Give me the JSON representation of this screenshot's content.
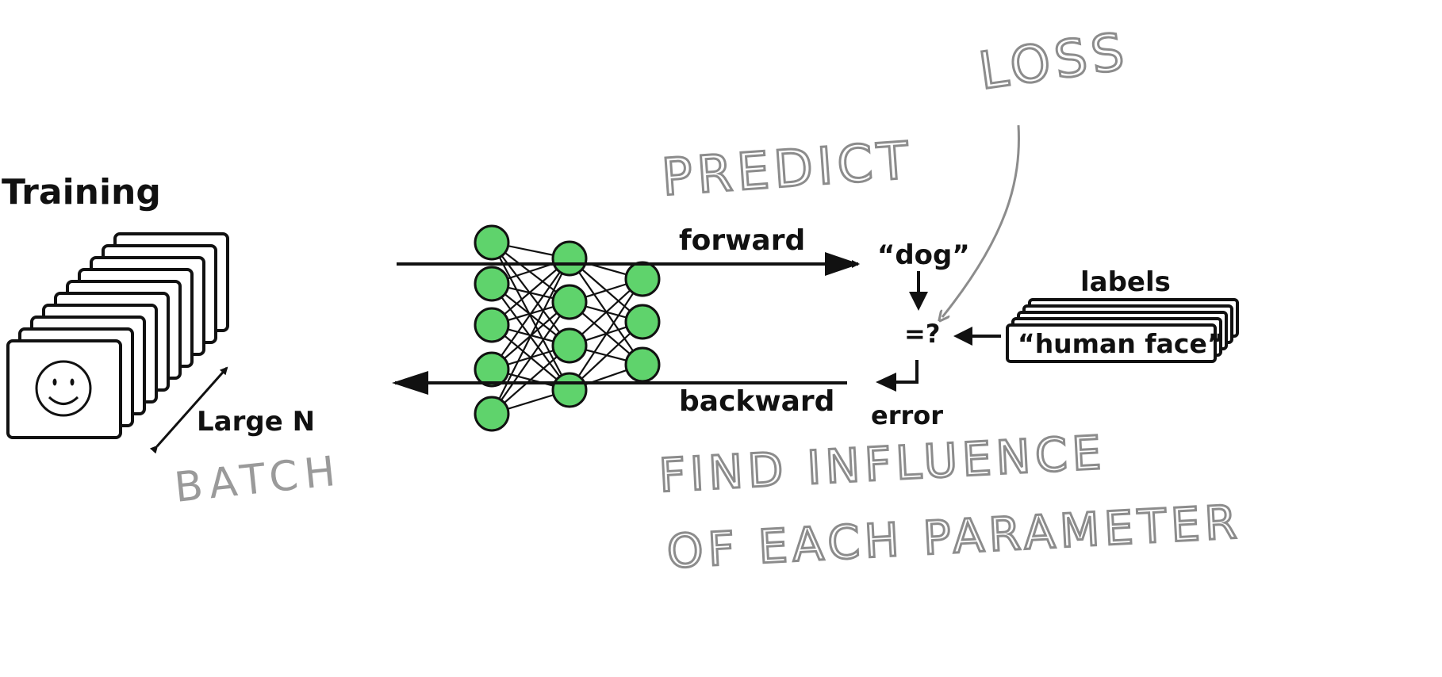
{
  "training": {
    "title": "Training",
    "size_label": "Large N",
    "batch_note": "BATCH"
  },
  "network": {
    "forward_label": "forward",
    "backward_label": "backward",
    "predict_note": "PREDICT",
    "influence_note_line1": "FIND INFLUENCE",
    "influence_note_line2": "OF EACH PARAMETER",
    "layers": [
      5,
      4,
      3
    ],
    "node_color": "#5fd36c"
  },
  "output": {
    "prediction": "“dog”",
    "compare": "=?",
    "error_label": "error",
    "loss_note": "LOSS"
  },
  "labels": {
    "title": "labels",
    "value": "“human face”"
  }
}
